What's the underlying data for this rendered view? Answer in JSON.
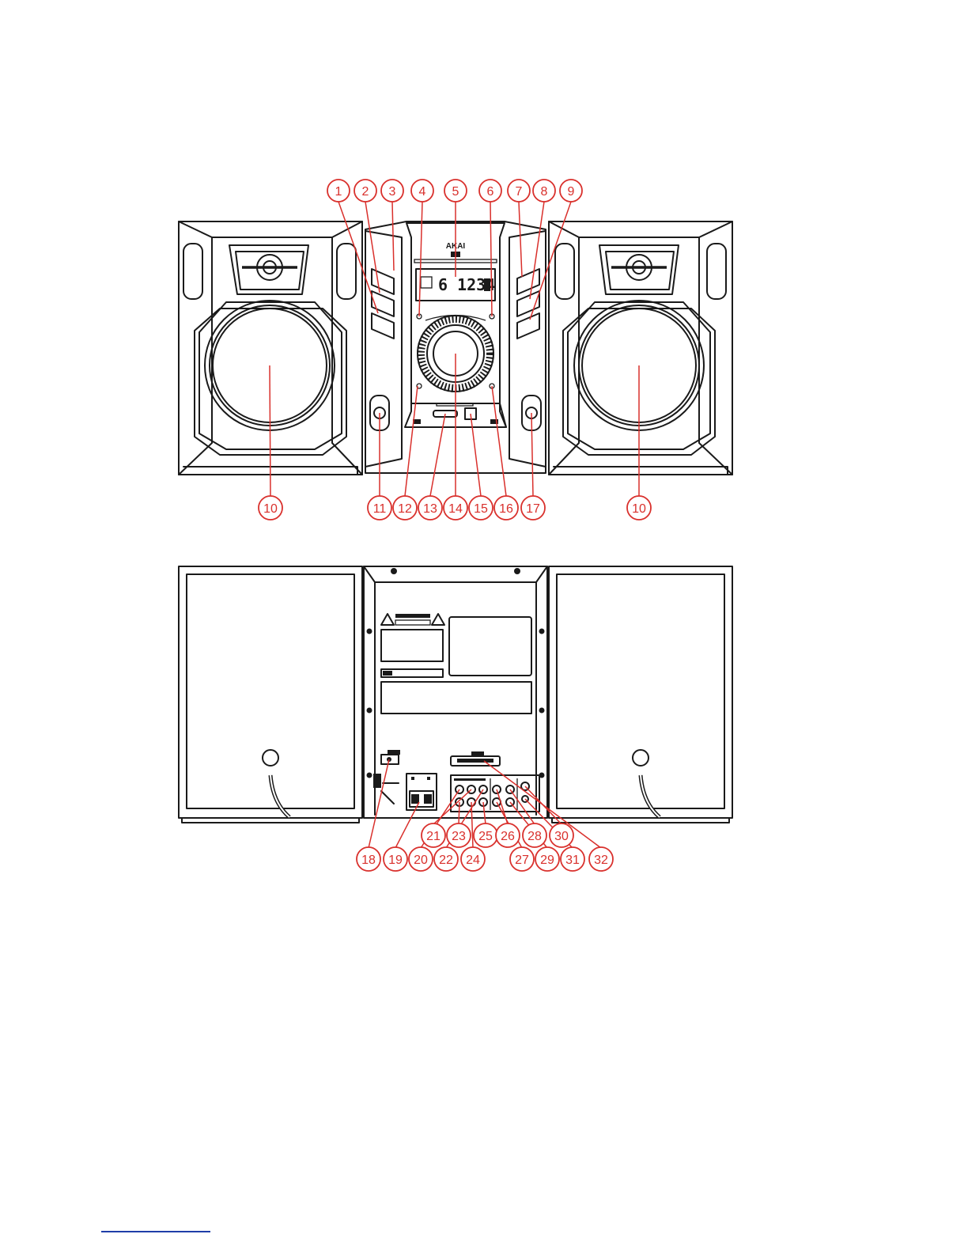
{
  "brand_label": "AKAI",
  "lcd_readout": "6 1234",
  "front_callouts": [
    {
      "n": "1"
    },
    {
      "n": "2"
    },
    {
      "n": "3"
    },
    {
      "n": "4"
    },
    {
      "n": "5"
    },
    {
      "n": "6"
    },
    {
      "n": "7"
    },
    {
      "n": "8"
    },
    {
      "n": "9"
    },
    {
      "n": "10"
    },
    {
      "n": "11"
    },
    {
      "n": "12"
    },
    {
      "n": "13"
    },
    {
      "n": "14"
    },
    {
      "n": "15"
    },
    {
      "n": "16"
    },
    {
      "n": "17"
    },
    {
      "n": "10"
    }
  ],
  "rear_callouts": [
    {
      "n": "18"
    },
    {
      "n": "19"
    },
    {
      "n": "20"
    },
    {
      "n": "21"
    },
    {
      "n": "22"
    },
    {
      "n": "23"
    },
    {
      "n": "24"
    },
    {
      "n": "25"
    },
    {
      "n": "26"
    },
    {
      "n": "27"
    },
    {
      "n": "28"
    },
    {
      "n": "29"
    },
    {
      "n": "30"
    },
    {
      "n": "31"
    },
    {
      "n": "32"
    }
  ],
  "colors": {
    "callout": "#d9302c",
    "line": "#1a1a1a",
    "footer_rule": "#1f3ea8"
  }
}
